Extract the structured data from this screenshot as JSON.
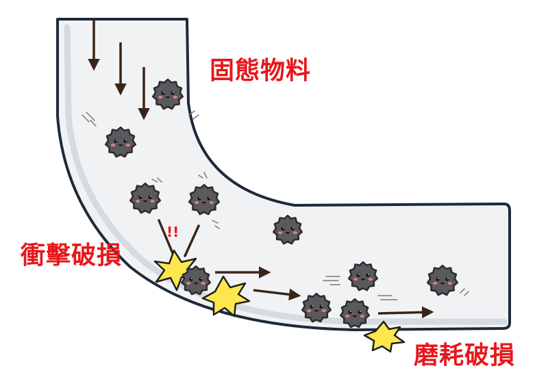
{
  "labels": {
    "solid_material": "固態物料",
    "impact_damage": "衝擊破損",
    "abrasion_damage": "磨耗破損",
    "exclamation": "!!"
  },
  "colors": {
    "label_red": "#e8161b",
    "chute_fill": "#f1f2f4",
    "chute_shadow": "#cdd4dc",
    "chute_outline": "#1d2a3b",
    "arrow_brown": "#3a2418",
    "particle_body": "#5a5a5e",
    "particle_outline": "#2b2b2e",
    "cheek": "#f08a8a",
    "star_fill": "#fde74c",
    "star_outline": "#1f1f1f",
    "exclaim_red": "#e8161b"
  },
  "icons": {
    "particle": "smiling-rock-particle-icon",
    "impact": "impact-star-icon",
    "arrow": "motion-arrow-icon"
  }
}
